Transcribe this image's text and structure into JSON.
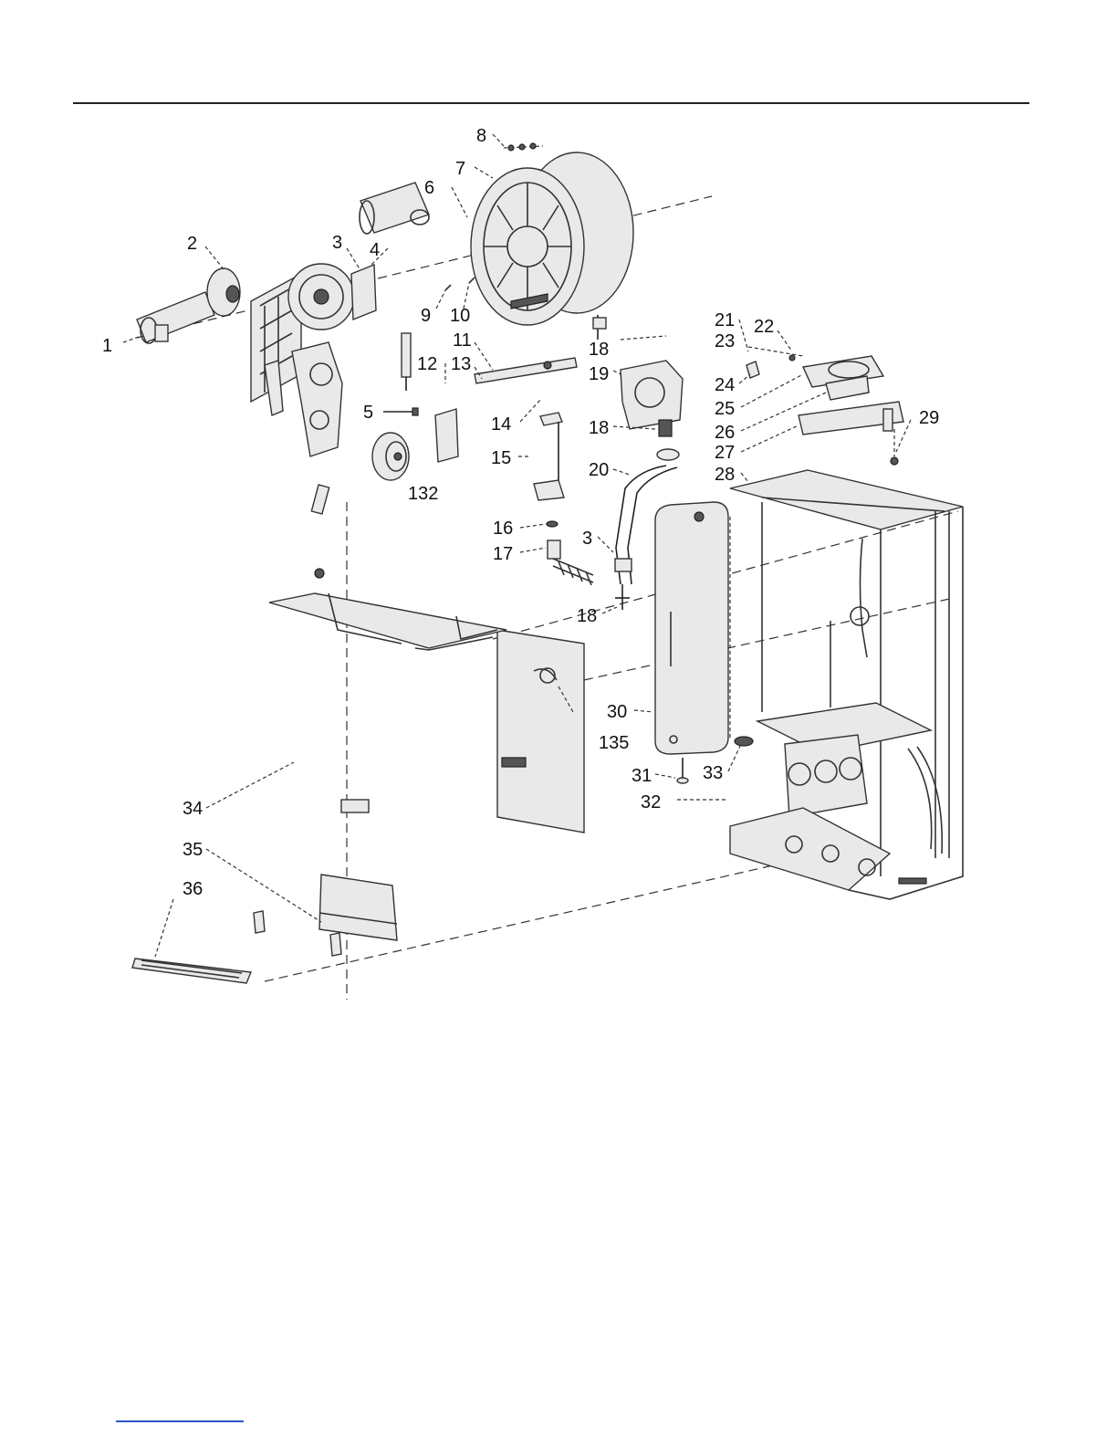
{
  "callouts": [
    {
      "id": "c1",
      "text": "1"
    },
    {
      "id": "c2",
      "text": "2"
    },
    {
      "id": "c3a",
      "text": "3"
    },
    {
      "id": "c4",
      "text": "4"
    },
    {
      "id": "c5",
      "text": "5"
    },
    {
      "id": "c6",
      "text": "6"
    },
    {
      "id": "c7",
      "text": "7"
    },
    {
      "id": "c8",
      "text": "8"
    },
    {
      "id": "c9",
      "text": "9"
    },
    {
      "id": "c10",
      "text": "10"
    },
    {
      "id": "c11",
      "text": "11"
    },
    {
      "id": "c12",
      "text": "12"
    },
    {
      "id": "c13",
      "text": "13"
    },
    {
      "id": "c14",
      "text": "14"
    },
    {
      "id": "c15",
      "text": "15"
    },
    {
      "id": "c16",
      "text": "16"
    },
    {
      "id": "c17",
      "text": "17"
    },
    {
      "id": "c18a",
      "text": "18"
    },
    {
      "id": "c18b",
      "text": "18"
    },
    {
      "id": "c18c",
      "text": "18"
    },
    {
      "id": "c19",
      "text": "19"
    },
    {
      "id": "c20",
      "text": "20"
    },
    {
      "id": "c3b",
      "text": "3"
    },
    {
      "id": "c21",
      "text": "21"
    },
    {
      "id": "c22",
      "text": "22"
    },
    {
      "id": "c23",
      "text": "23"
    },
    {
      "id": "c24",
      "text": "24"
    },
    {
      "id": "c25",
      "text": "25"
    },
    {
      "id": "c26",
      "text": "26"
    },
    {
      "id": "c27",
      "text": "27"
    },
    {
      "id": "c28",
      "text": "28"
    },
    {
      "id": "c29",
      "text": "29"
    },
    {
      "id": "c30",
      "text": "30"
    },
    {
      "id": "c31",
      "text": "31"
    },
    {
      "id": "c32",
      "text": "32"
    },
    {
      "id": "c33",
      "text": "33"
    },
    {
      "id": "c34",
      "text": "34"
    },
    {
      "id": "c35",
      "text": "35"
    },
    {
      "id": "c36",
      "text": "36"
    },
    {
      "id": "c132",
      "text": "132"
    },
    {
      "id": "c135",
      "text": "135"
    }
  ]
}
